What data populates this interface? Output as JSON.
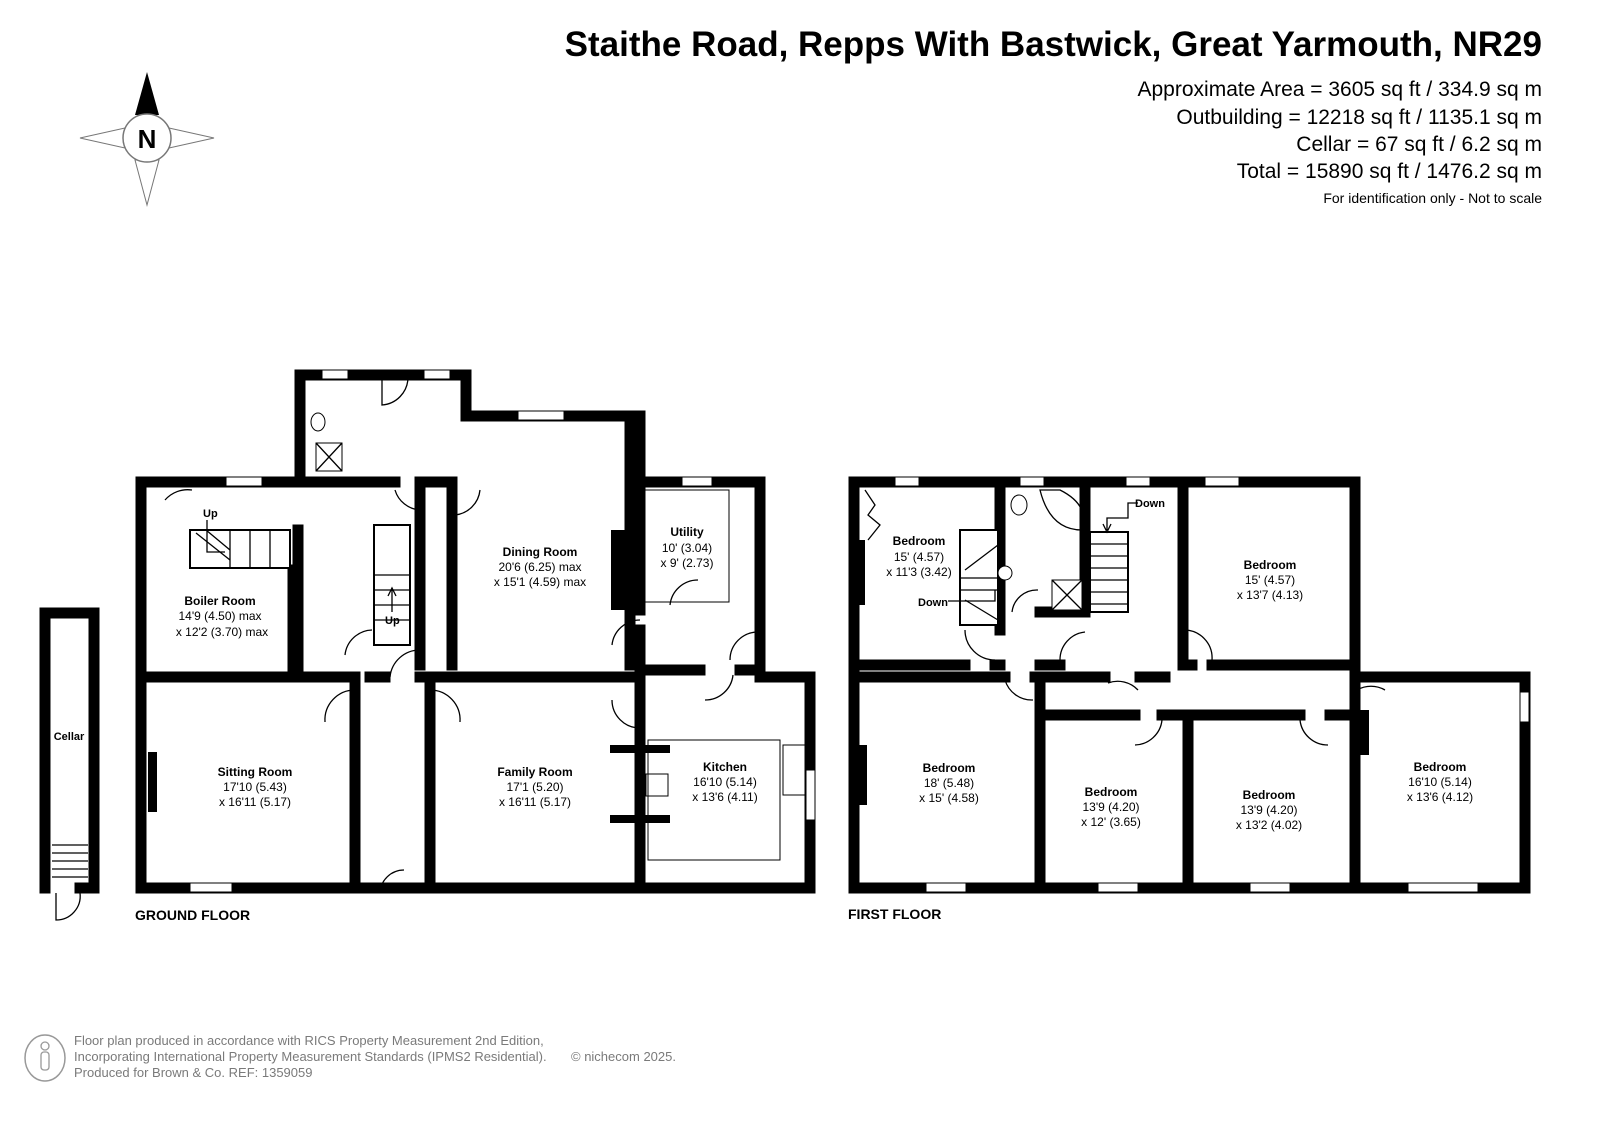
{
  "header": {
    "title": "Staithe Road, Repps With Bastwick, Great Yarmouth, NR29",
    "areas": [
      "Approximate Area = 3605 sq ft / 334.9 sq m",
      "Outbuilding = 12218 sq ft / 1135.1 sq m",
      "Cellar = 67 sq ft / 6.2 sq m",
      "Total = 15890 sq ft / 1476.2 sq m"
    ],
    "disclaimer": "For identification only - Not to scale"
  },
  "compass": {
    "label": "N"
  },
  "ground_floor": {
    "label": "GROUND FLOOR",
    "rooms": [
      {
        "name": "Boiler Room",
        "dim1": "14'9 (4.50) max",
        "dim2": "x 12'2 (3.70) max"
      },
      {
        "name": "Sitting Room",
        "dim1": "17'10 (5.43)",
        "dim2": "x 16'11 (5.17)"
      },
      {
        "name": "Dining Room",
        "dim1": "20'6 (6.25) max",
        "dim2": "x 15'1 (4.59) max"
      },
      {
        "name": "Utility",
        "dim1": "10' (3.04)",
        "dim2": "x 9' (2.73)"
      },
      {
        "name": "Family Room",
        "dim1": "17'1 (5.20)",
        "dim2": "x 16'11 (5.17)"
      },
      {
        "name": "Kitchen",
        "dim1": "16'10 (5.14)",
        "dim2": "x 13'6 (4.11)"
      }
    ],
    "stairs": [
      "Up",
      "Up"
    ]
  },
  "cellar": {
    "name": "Cellar"
  },
  "first_floor": {
    "label": "FIRST FLOOR",
    "rooms": [
      {
        "name": "Bedroom",
        "dim1": "15' (4.57)",
        "dim2": "x 11'3 (3.42)"
      },
      {
        "name": "Bedroom",
        "dim1": "15' (4.57)",
        "dim2": "x 13'7 (4.13)"
      },
      {
        "name": "Bedroom",
        "dim1": "18' (5.48)",
        "dim2": "x 15' (4.58)"
      },
      {
        "name": "Bedroom",
        "dim1": "13'9 (4.20)",
        "dim2": "x 12' (3.65)"
      },
      {
        "name": "Bedroom",
        "dim1": "13'9 (4.20)",
        "dim2": "x 13'2 (4.02)"
      },
      {
        "name": "Bedroom",
        "dim1": "16'10 (5.14)",
        "dim2": "x 13'6 (4.12)"
      }
    ],
    "stairs": [
      "Down",
      "Down"
    ]
  },
  "footer": {
    "lines": [
      "Floor plan produced in accordance with RICS Property Measurement 2nd Edition,",
      "Incorporating International Property Measurement Standards (IPMS2 Residential).",
      "Produced for Brown & Co.   REF: 1359059"
    ],
    "copyright": "© nichecom 2025."
  }
}
